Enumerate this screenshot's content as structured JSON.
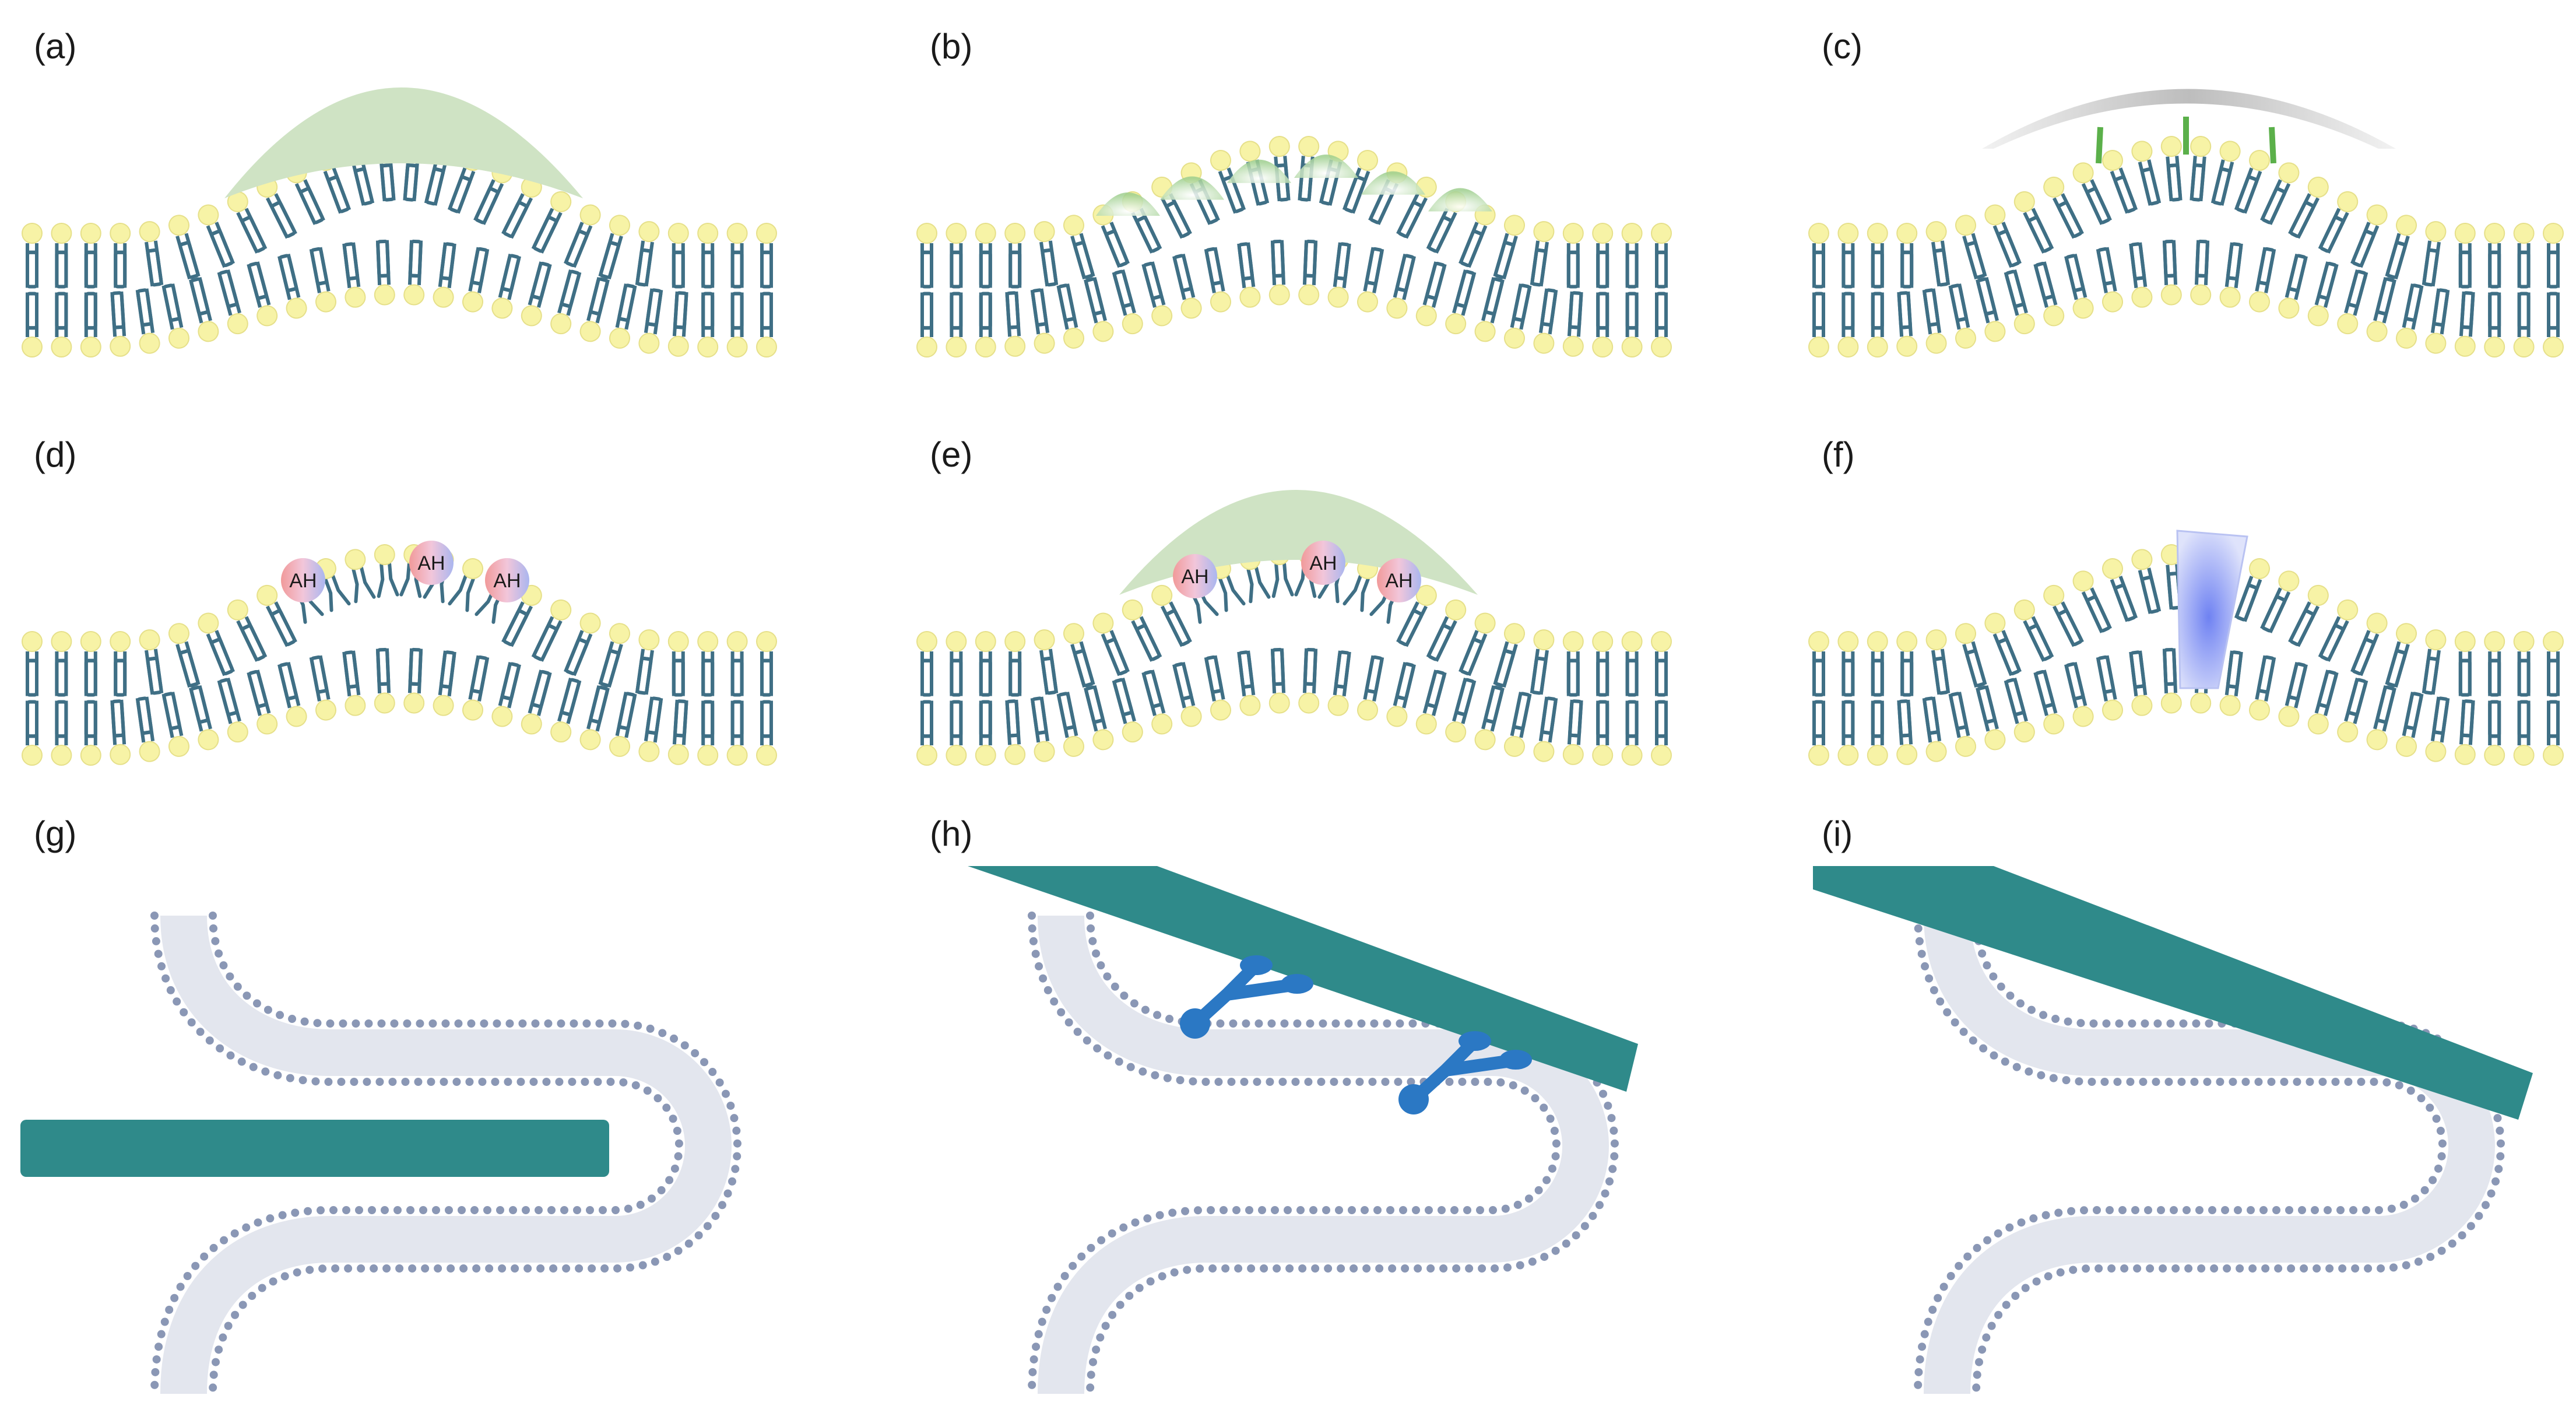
{
  "figure": {
    "panels": [
      {
        "id": "a",
        "label": "(a)"
      },
      {
        "id": "b",
        "label": "(b)"
      },
      {
        "id": "c",
        "label": "(c)"
      },
      {
        "id": "d",
        "label": "(d)"
      },
      {
        "id": "e",
        "label": "(e)"
      },
      {
        "id": "f",
        "label": "(f)"
      },
      {
        "id": "g",
        "label": "(g)"
      },
      {
        "id": "h",
        "label": "(h)"
      },
      {
        "id": "i",
        "label": "(i)"
      }
    ],
    "ah_label": "AH"
  },
  "colors": {
    "head": "#f7f3a6",
    "head_stroke": "#e6e08a",
    "tail": "#3f6f85",
    "scaffold_green": "#cfe3c4",
    "bar_gray": "#d4d4d4",
    "tether_green": "#5bb04a",
    "ah_red": "#f08c8c",
    "ah_blue": "#a9b6ee",
    "wedge_blue": "#7f8ff2",
    "cytoskeleton_teal": "#2f8a8a",
    "motor_blue": "#2b78c4",
    "bilayer_dot": "#8a97b5"
  },
  "icons": [
    "lipid-bilayer",
    "scaffold-protein",
    "amphipathic-helix",
    "wedge-protein",
    "filament",
    "motor-protein"
  ]
}
